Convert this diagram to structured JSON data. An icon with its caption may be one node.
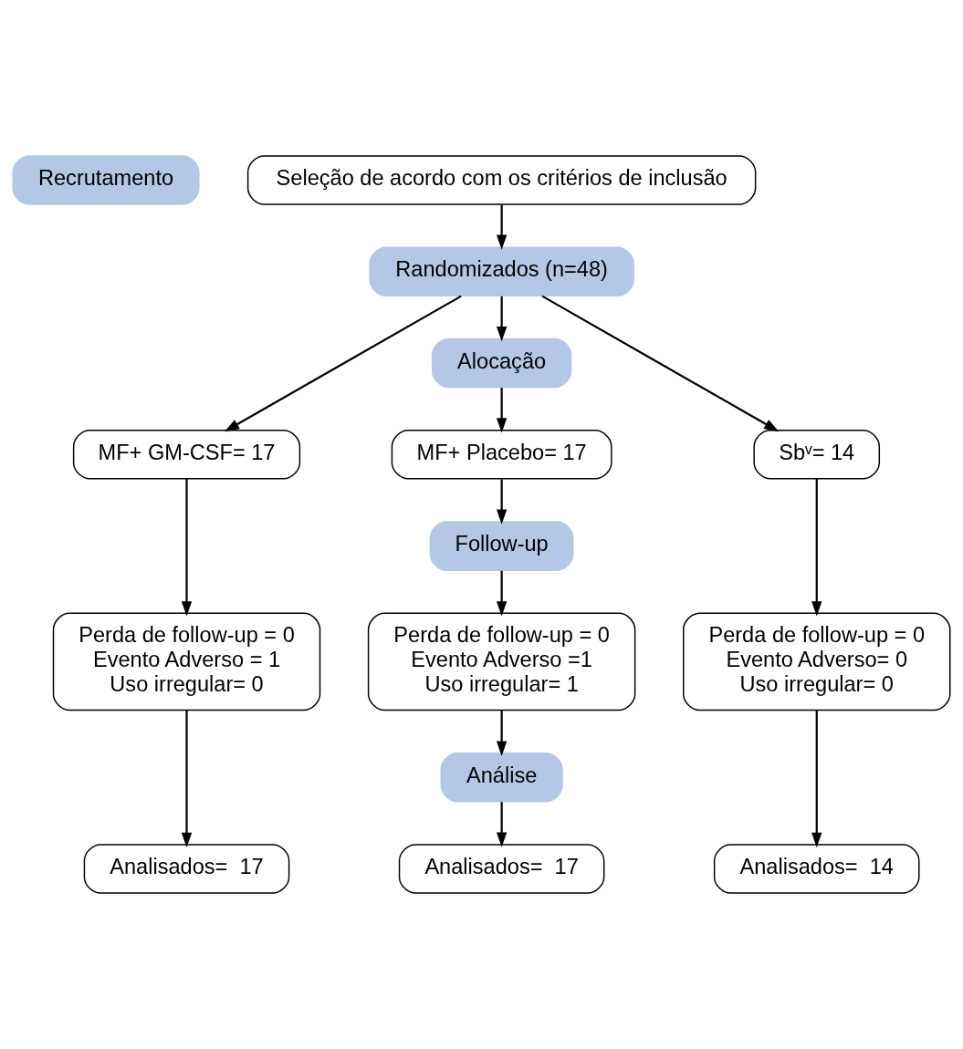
{
  "diagram": {
    "nodes": [
      {
        "text": [
          "Recrutamento"
        ]
      },
      {
        "text": [
          "Seleção de acordo com os critérios de inclusão"
        ]
      },
      {
        "text": [
          "Randomizados (n=48)"
        ]
      },
      {
        "text": [
          "Alocação"
        ]
      },
      {
        "text": [
          "MF+ GM-CSF= 17"
        ]
      },
      {
        "text": [
          "MF+ Placebo= 17"
        ]
      },
      {
        "text": [
          "Sbᵛ= 14"
        ]
      },
      {
        "text": [
          "Follow-up"
        ]
      },
      {
        "text": [
          "Perda de follow-up = 0",
          "Evento Adverso = 1",
          "Uso irregular= 0"
        ]
      },
      {
        "text": [
          "Perda de follow-up = 0",
          "Evento Adverso =1",
          "Uso irregular= 1"
        ]
      },
      {
        "text": [
          "Perda de follow-up = 0",
          "Evento Adverso= 0",
          "Uso irregular= 0"
        ]
      },
      {
        "text": [
          "Análise"
        ]
      },
      {
        "text": [
          "Analisados=  17"
        ]
      },
      {
        "text": [
          "Analisados=  17"
        ]
      },
      {
        "text": [
          "Analisados=  14"
        ]
      }
    ],
    "edges": [
      {
        "from": 1,
        "to": 2,
        "arrow": "to"
      },
      {
        "from": 2,
        "to": 4,
        "arrow": "to"
      },
      {
        "from": 2,
        "to": 3,
        "arrow": "to"
      },
      {
        "from": 2,
        "to": 6,
        "arrow": "to"
      },
      {
        "from": 3,
        "to": 5,
        "arrow": "to"
      },
      {
        "from": 4,
        "to": 8,
        "arrow": "to"
      },
      {
        "from": 5,
        "to": 7,
        "arrow": "to"
      },
      {
        "from": 6,
        "to": 10,
        "arrow": "to"
      },
      {
        "from": 7,
        "to": 9,
        "arrow": "to"
      },
      {
        "from": 8,
        "to": 12,
        "arrow": "to"
      },
      {
        "from": 9,
        "to": 11,
        "arrow": "to"
      },
      {
        "from": 10,
        "to": 14,
        "arrow": "to"
      },
      {
        "from": 11,
        "to": 13,
        "arrow": "to"
      }
    ]
  }
}
